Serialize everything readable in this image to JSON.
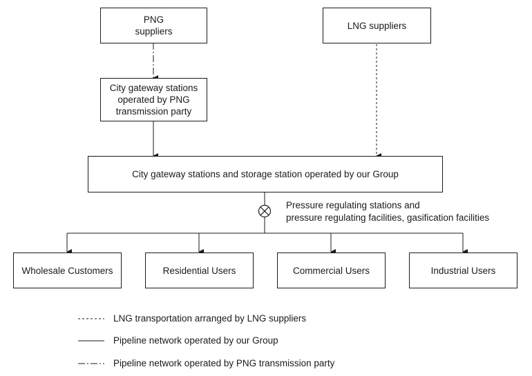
{
  "nodes": {
    "png_suppliers": "PNG\nsuppliers",
    "lng_suppliers": "LNG suppliers",
    "city_gateway_png": "City gateway stations\noperated by PNG\ntransmission party",
    "group_station": "City gateway stations and storage station operated by our Group",
    "pressure_note": "Pressure regulating stations and\npressure regulating facilities, gasification facilities",
    "wholesale": "Wholesale Customers",
    "residential": "Residential Users",
    "commercial": "Commercial Users",
    "industrial": "Industrial Users"
  },
  "legend": [
    {
      "style": "dashed",
      "label": "LNG transportation arranged by LNG suppliers"
    },
    {
      "style": "solid",
      "label": "Pipeline network operated by our Group"
    },
    {
      "style": "dash-dot",
      "label": "Pipeline network operated by PNG transmission party"
    }
  ],
  "colors": {
    "line": "#1a1a1a",
    "background": "#ffffff"
  }
}
